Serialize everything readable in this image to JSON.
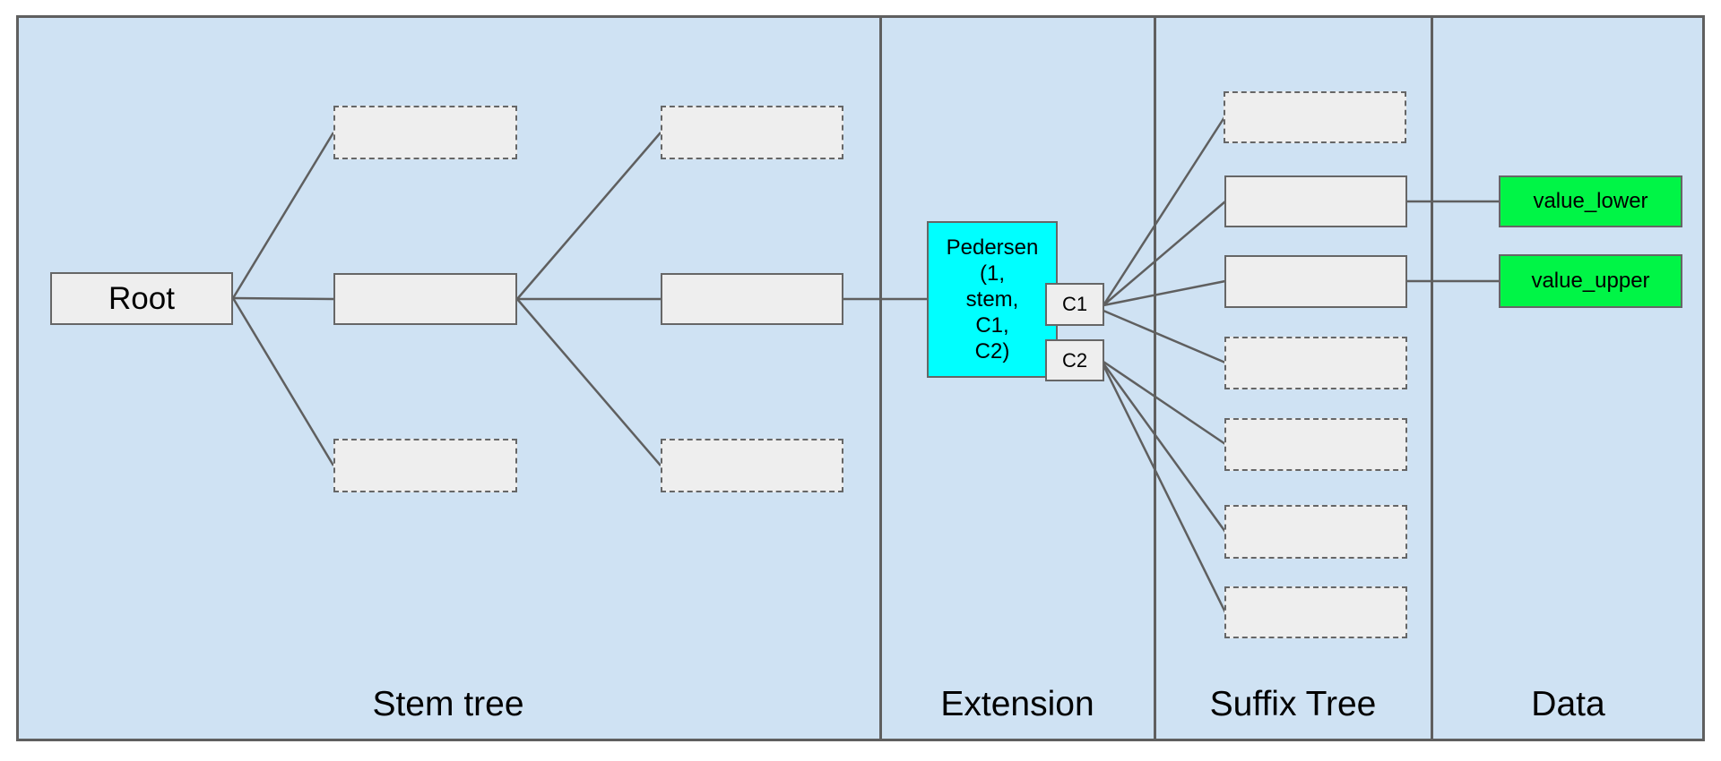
{
  "sections": [
    {
      "label": "Stem tree"
    },
    {
      "label": "Extension"
    },
    {
      "label": "Suffix Tree"
    },
    {
      "label": "Data"
    }
  ],
  "nodes": {
    "root": {
      "label": "Root",
      "style": "solid"
    },
    "pedersen": {
      "label": "Pedersen (1, stem, C1, C2)",
      "lines": [
        "Pedersen",
        "(1,",
        "stem,",
        "C1,",
        "C2)"
      ],
      "fill": "#00ffff"
    },
    "c1": {
      "label": "C1"
    },
    "c2": {
      "label": "C2"
    },
    "value_lower": {
      "label": "value_lower",
      "fill": "#00f546"
    },
    "value_upper": {
      "label": "value_upper",
      "fill": "#00f546"
    }
  },
  "placeholders": {
    "stem_dashed_empty": 4,
    "stem_solid_empty": 2,
    "suffix_dashed_empty": 5,
    "suffix_solid_empty": 2
  },
  "edges": [
    {
      "from": "root",
      "to": "stem-placeholder-top-1"
    },
    {
      "from": "root",
      "to": "stem-node-1"
    },
    {
      "from": "root",
      "to": "stem-placeholder-bottom-1"
    },
    {
      "from": "stem-node-1",
      "to": "stem-placeholder-top-2"
    },
    {
      "from": "stem-node-1",
      "to": "stem-node-2"
    },
    {
      "from": "stem-node-1",
      "to": "stem-placeholder-bottom-2"
    },
    {
      "from": "stem-node-2",
      "to": "pedersen"
    },
    {
      "from": "c1",
      "to": "suffix-node-1"
    },
    {
      "from": "c1",
      "to": "suffix-node-2"
    },
    {
      "from": "c1",
      "to": "suffix-node-3"
    },
    {
      "from": "c1",
      "to": "suffix-node-4"
    },
    {
      "from": "c2",
      "to": "suffix-node-5"
    },
    {
      "from": "c2",
      "to": "suffix-node-6"
    },
    {
      "from": "c2",
      "to": "suffix-node-7"
    },
    {
      "from": "suffix-node-2",
      "to": "value_lower"
    },
    {
      "from": "suffix-node-3",
      "to": "value_upper"
    }
  ],
  "colors": {
    "panel_background": "#cfe2f3",
    "node_fill": "#eeeeee",
    "node_border": "#666666",
    "line": "#5f5f5f",
    "extension_fill": "#00ffff",
    "data_fill": "#00f546",
    "text": "#000000"
  }
}
